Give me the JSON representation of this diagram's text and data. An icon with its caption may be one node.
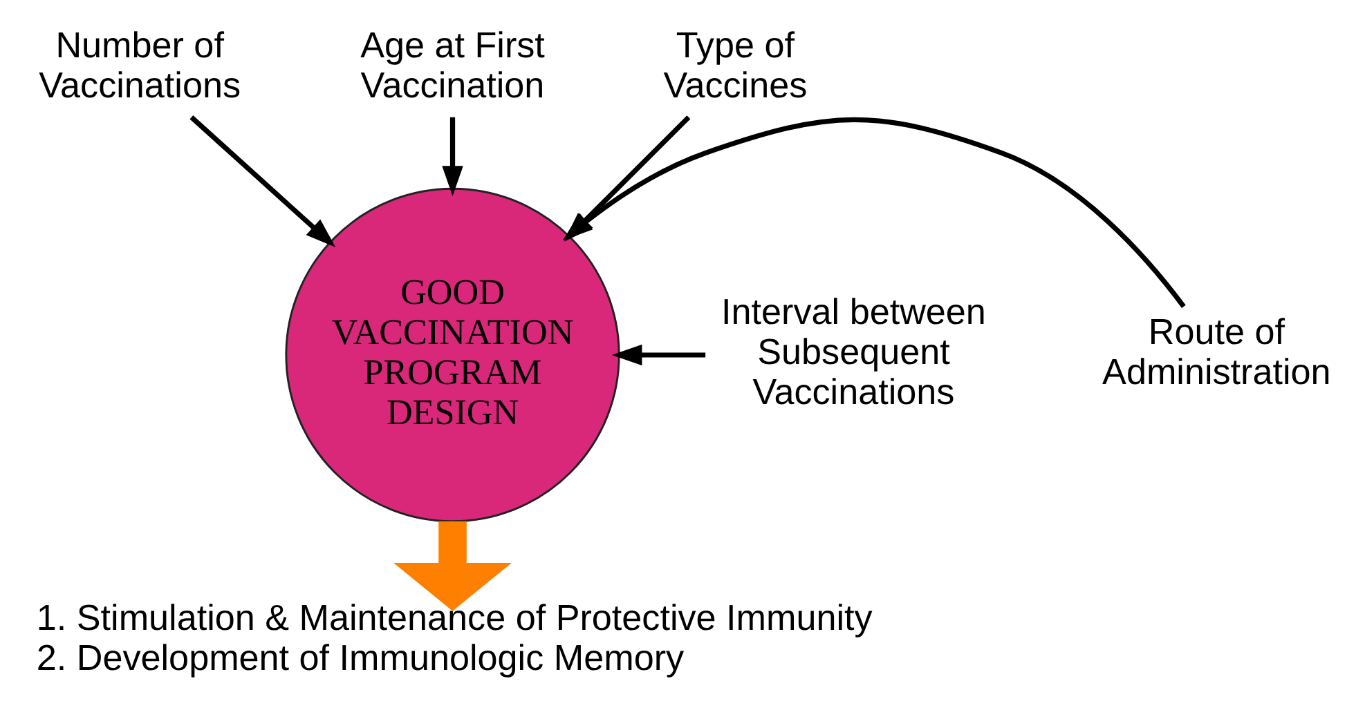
{
  "diagram": {
    "nodes": [
      {
        "text": [
          "Number of Vaccinations"
        ]
      },
      {
        "text": [
          "Age at First Vaccination"
        ]
      },
      {
        "text": [
          "Type of Vaccines"
        ]
      },
      {
        "text": [
          "GOOD VACCINATION PROGRAM DESIGN"
        ]
      },
      {
        "text": [
          "Interval between Subsequent Vaccinations"
        ]
      },
      {
        "text": [
          "Route of Administration"
        ]
      },
      {
        "text": [
          "1. Stimulation & Maintenance of Protective Immunity",
          "2. Development of Immunologic Memory"
        ]
      }
    ],
    "edges": [
      {
        "from": 0,
        "to": 3,
        "arrow": "to"
      },
      {
        "from": 1,
        "to": 3,
        "arrow": "to"
      },
      {
        "from": 2,
        "to": 3,
        "arrow": "to"
      },
      {
        "from": 4,
        "to": 3,
        "arrow": "to"
      },
      {
        "from": 5,
        "to": 3,
        "arrow": "to"
      },
      {
        "from": 3,
        "to": 6,
        "arrow": "to",
        "style": "thick",
        "color": "#ff7f00"
      }
    ]
  }
}
